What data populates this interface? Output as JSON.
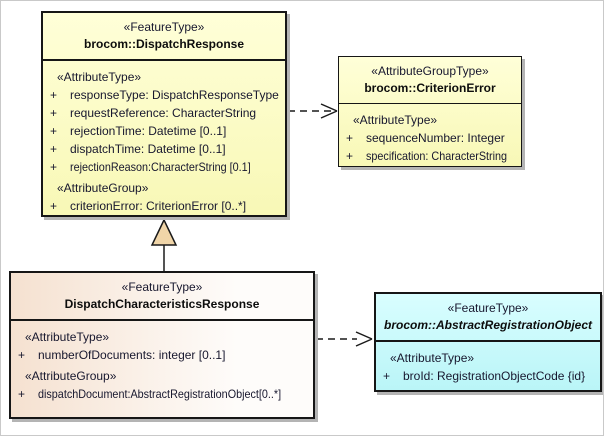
{
  "diagram": {
    "kind": "uml-class-diagram",
    "colors": {
      "feature_yellow": "#FAFAC2",
      "feature_peach": "#F5E1D0",
      "feature_cyan": "#C9F9FB",
      "border": "#161616",
      "shadow": "#B4B4B4",
      "generalization_triangle_fill": "#F0D5A8"
    },
    "classes": [
      {
        "stereotype": "«FeatureType»",
        "name": "brocom::DispatchResponse",
        "sections": [
          {
            "heading": "«AttributeType»",
            "attributes": [
              {
                "vis": "+",
                "text": "responseType: DispatchResponseType"
              },
              {
                "vis": "+",
                "text": "requestReference: CharacterString"
              },
              {
                "vis": "+",
                "text": "rejectionTime: Datetime [0..1]"
              },
              {
                "vis": "+",
                "text": "dispatchTime: Datetime [0..1]"
              },
              {
                "vis": "+",
                "text": "rejectionReason:CharacterString [0.1]"
              }
            ]
          },
          {
            "heading": "«AttributeGroup»",
            "attributes": [
              {
                "vis": "+",
                "text": "criterionError: CriterionError [0..*]"
              }
            ]
          }
        ]
      },
      {
        "stereotype": "«AttributeGroupType»",
        "name": "brocom::CriterionError",
        "sections": [
          {
            "heading": "«AttributeType»",
            "attributes": [
              {
                "vis": "+",
                "text": "sequenceNumber: Integer"
              },
              {
                "vis": "+",
                "text": "specification: CharacterString"
              }
            ]
          }
        ]
      },
      {
        "stereotype": "«FeatureType»",
        "name": "DispatchCharacteristicsResponse",
        "sections": [
          {
            "heading": "«AttributeType»",
            "attributes": [
              {
                "vis": "+",
                "text": "numberOfDocuments: integer [0..1]"
              }
            ]
          },
          {
            "heading": "«AttributeGroup»",
            "attributes": [
              {
                "vis": "+",
                "text": "dispatchDocument:AbstractRegistrationObject[0..*]"
              }
            ]
          }
        ]
      },
      {
        "stereotype": "«FeatureType»",
        "name": "brocom::AbstractRegistrationObject",
        "abstract": true,
        "sections": [
          {
            "heading": "«AttributeType»",
            "attributes": [
              {
                "vis": "+",
                "text": "broId: RegistrationObjectCode {id}"
              }
            ]
          }
        ]
      }
    ],
    "connectors": [
      {
        "type": "dependency",
        "from": "brocom::DispatchResponse",
        "to": "brocom::CriterionError",
        "line": "dashed",
        "arrow": "open"
      },
      {
        "type": "generalization",
        "from": "DispatchCharacteristicsResponse",
        "to": "brocom::DispatchResponse",
        "line": "solid",
        "arrow": "hollow-triangle"
      },
      {
        "type": "dependency",
        "from": "DispatchCharacteristicsResponse",
        "to": "brocom::AbstractRegistrationObject",
        "line": "dashed",
        "arrow": "open"
      }
    ]
  }
}
